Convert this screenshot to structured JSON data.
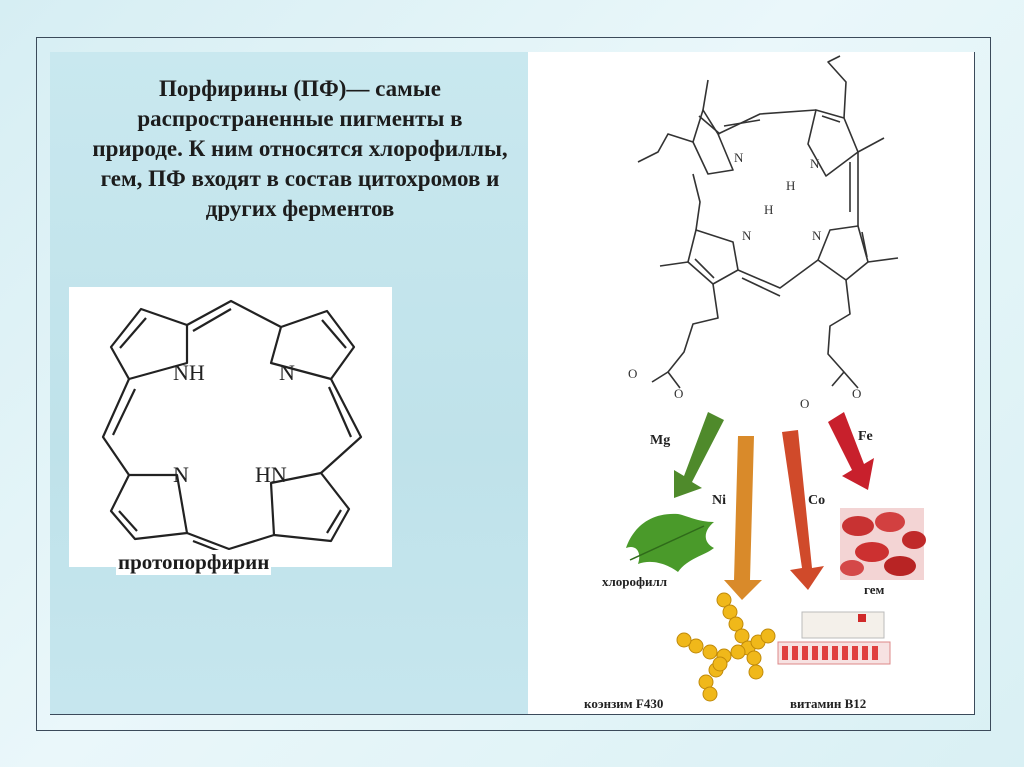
{
  "heading": "Порфирины (ПФ)— самые распространенные пигменты в природе. К ним относятся хлорофиллы, гем, ПФ входят в состав цитохромов и других ферментов",
  "protoporphyrin": {
    "caption": "протопорфирин",
    "atoms": {
      "nh_top": "NH",
      "n_top": "N",
      "n_bottom": "N",
      "hn_bottom": "HN"
    }
  },
  "heme_structure": {
    "atoms": {
      "n1": "N",
      "n2": "N",
      "h2": "H",
      "n3": "N",
      "h3": "H",
      "n4": "N",
      "o1": "O",
      "o2": "O",
      "o3": "O",
      "o4": "O"
    }
  },
  "arrows": [
    {
      "metal": "Mg",
      "color": "#4f8a2b"
    },
    {
      "metal": "Ni",
      "color": "#d98a2a"
    },
    {
      "metal": "Co",
      "color": "#d04a2a"
    },
    {
      "metal": "Fe",
      "color": "#c8202c"
    }
  ],
  "products": {
    "chlorophyll": "хлорофилл",
    "heme": "гем",
    "coenzyme": "коэнзим F430",
    "vitamin": "витамин B12"
  }
}
